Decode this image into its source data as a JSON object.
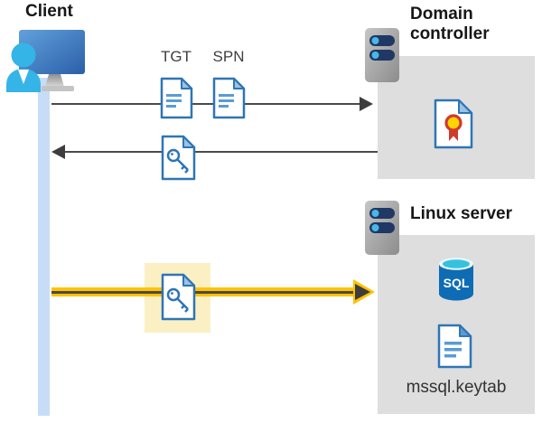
{
  "diagram": {
    "client_label": "Client",
    "tgt_label": "TGT",
    "spn_label": "SPN",
    "domain_controller_label": "Domain controller",
    "linux_server_label": "Linux server",
    "sql_icon_text": "SQL",
    "keytab_label": "mssql.keytab"
  },
  "colors": {
    "document_border_blue": "#2e75b6",
    "document_line_blue": "#5b9bd5",
    "document_fold_blue": "#9cc2e5",
    "person_cyan": "#35b4e7",
    "server_pill_navy": "#1f3864",
    "server_dot_cyan": "#49b8e8",
    "arrow_gray": "#4a4a4a",
    "arrowhead_dark": "#3d3d3d",
    "highlight_cream": "#faf0c3",
    "emphasis_yellow": "#ffc200",
    "container_box_gray": "#dedede",
    "timeline_bar_blue": "#c7ddf7",
    "sql_cylinder_blue": "#0e6cb5",
    "sql_top_cyan": "#35c2dd",
    "certificate_red": "#cf3a2f",
    "certificate_gold": "#ffd400",
    "monitor_blue_dark": "#2b5fa9"
  }
}
